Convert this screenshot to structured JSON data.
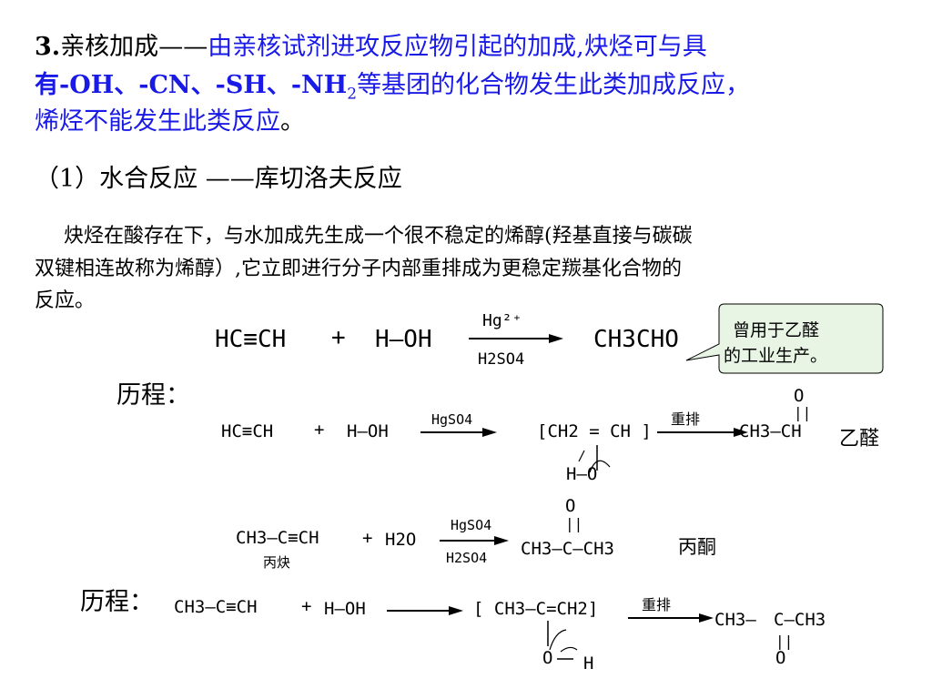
{
  "heading": {
    "num": "3.",
    "title": "亲核加成",
    "dash": "——",
    "blue_line1": "由亲核试剂进攻反应物引起的加成,炔烃可与具",
    "blue_line2a": "有-OH、-CN、-SH、-NH",
    "sub2": "2",
    "blue_line2b": "等基团的化合物发生此类加成反应，",
    "blue_line3": "烯烃不能发生此类反应",
    "period": "。"
  },
  "section1": {
    "title": "（1）水合反应 ——库切洛夫反应"
  },
  "paragraph": {
    "line1": "炔烃在酸存在下，与水加成先生成一个很不稳定的烯醇(羟基直接与碳碳",
    "line2": "双键相连故称为烯醇）,它立即进行分子内部重排成为更稳定羰基化合物的",
    "line3": "反应。"
  },
  "callout": {
    "line1": "曾用于乙醛",
    "line2": "的工业生产。",
    "fill": "#e8f5e4",
    "border": "#000000"
  },
  "reaction1": {
    "reactant1": "HC≡CH",
    "plus": "+",
    "reactant2": "H—OH",
    "above": "Hg²⁺",
    "below": "H2SO4",
    "product": "CH3CHO"
  },
  "label_process1": "历程：",
  "reaction2": {
    "reactant1": "HC≡CH",
    "plus": "+",
    "reactant2": "H—OH",
    "above": "HgSO4",
    "intermediate": "[CH2 = CH ]",
    "oh": "H—O",
    "rearrange": "重排",
    "product": "CH3—CH",
    "o": "O",
    "name": "乙醛"
  },
  "reaction3": {
    "reactant1": "CH3—C≡CH",
    "reactant1_name": "丙炔",
    "plus": "+",
    "reactant2": "H2O",
    "above": "HgSO4",
    "below": "H2SO4",
    "product": "CH3—C—CH3",
    "o": "O",
    "name": "丙酮"
  },
  "label_process2": "历程：",
  "reaction4": {
    "reactant1": "CH3—C≡CH",
    "plus": "+",
    "reactant2": "H—OH",
    "intermediate": "[ CH3—C=CH2]",
    "oh_o": "O",
    "oh_h": "H",
    "rearrange": "重排",
    "product_left": "CH3—",
    "product_mid": "C—CH3",
    "o": "O"
  }
}
